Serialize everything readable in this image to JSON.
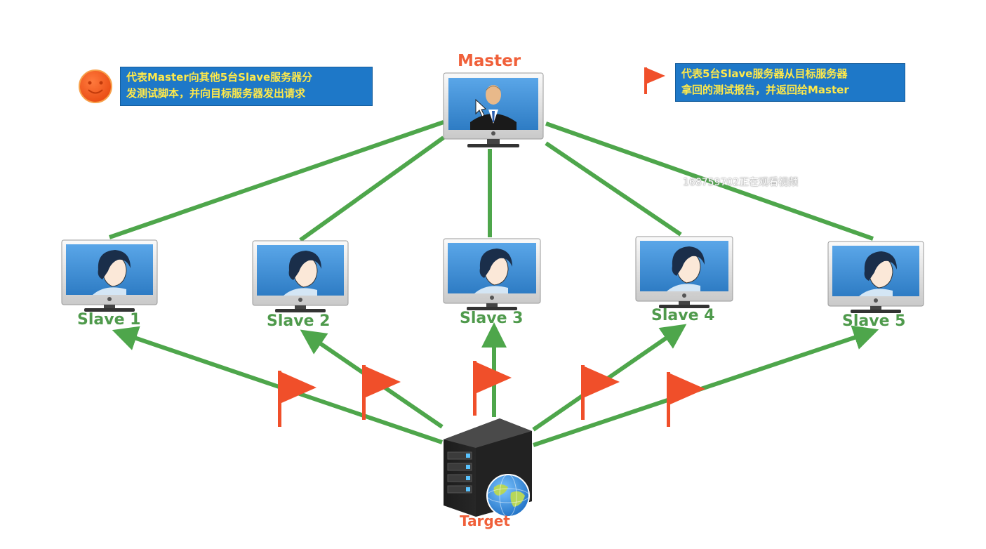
{
  "diagram": {
    "master_label": "Master",
    "target_label": "Target",
    "slaves": [
      {
        "label": "Slave 1"
      },
      {
        "label": "Slave 2"
      },
      {
        "label": "Slave 3"
      },
      {
        "label": "Slave 4"
      },
      {
        "label": "Slave 5"
      }
    ],
    "legend_left": {
      "icon": "smiley-icon",
      "line1": "代表Master向其他5台Slave服务器分",
      "line2": "发测试脚本，并向目标服务器发出请求"
    },
    "legend_right": {
      "icon": "flag-icon",
      "line1": "代表5台Slave服务器从目标服务器",
      "line2": "拿回的测试报告，并返回给Master"
    },
    "watermark": "168759702正在观看视频"
  },
  "colors": {
    "edge": "#4ea64b",
    "flag": "#f04f2a",
    "master_text": "#f0603a",
    "slave_text": "#4f9a4c",
    "legend_bg": "#1e78c8",
    "legend_text": "#ffe94a",
    "monitor_screen": "#3e8fd6",
    "server_body": "#2a2a2a"
  }
}
